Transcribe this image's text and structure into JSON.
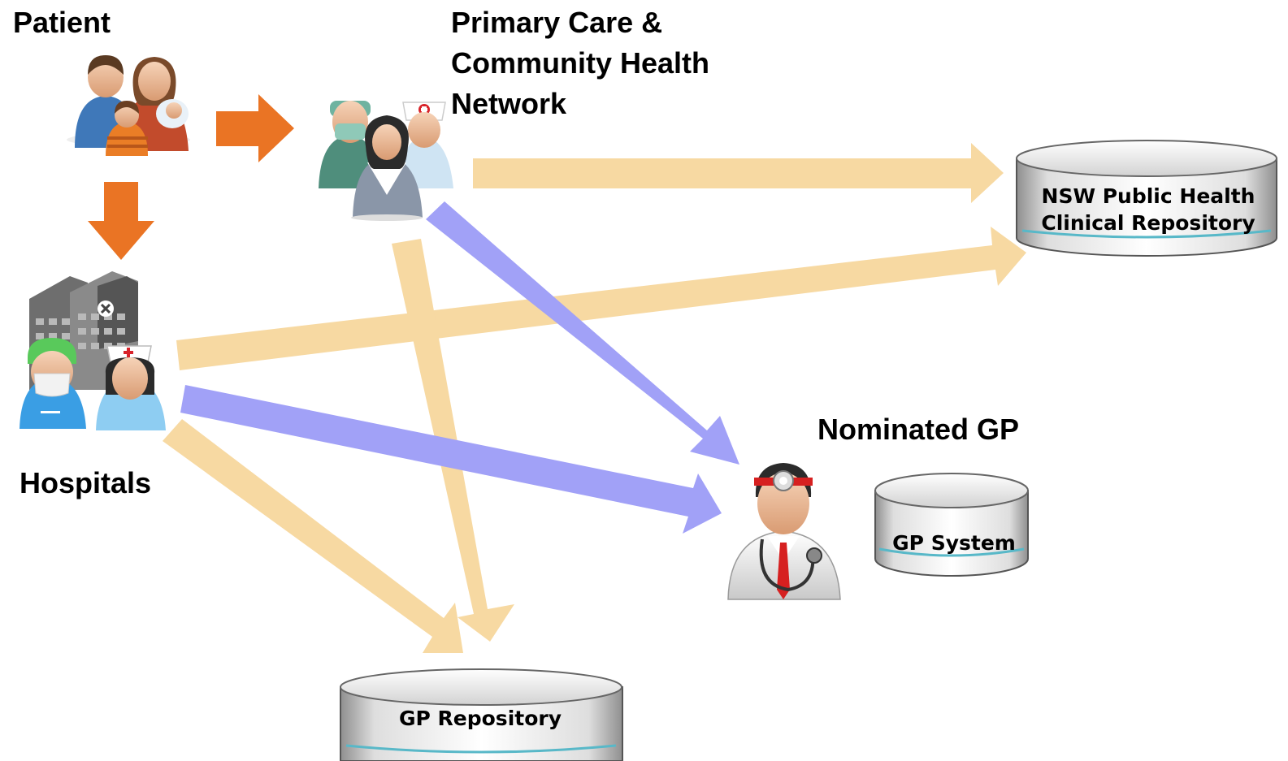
{
  "labels": {
    "patient": "Patient",
    "primary_care_line1": "Primary Care &",
    "primary_care_line2": "Community Health",
    "primary_care_line3": "Network",
    "hospitals": "Hospitals",
    "nominated_gp": "Nominated GP"
  },
  "repositories": {
    "nsw_line1": "NSW Public Health",
    "nsw_line2": "Clinical Repository",
    "gp_system": "GP System",
    "gp_repository": "GP Repository"
  },
  "colors": {
    "orange_arrow": "#ea7424",
    "peach_arrow": "#f7d9a2",
    "purple_arrow": "#a1a1f7"
  },
  "icons": {
    "patient": "family-icon",
    "primary_care": "medical-staff-icon",
    "hospitals": "hospital-staff-icon",
    "gp": "doctor-icon"
  }
}
